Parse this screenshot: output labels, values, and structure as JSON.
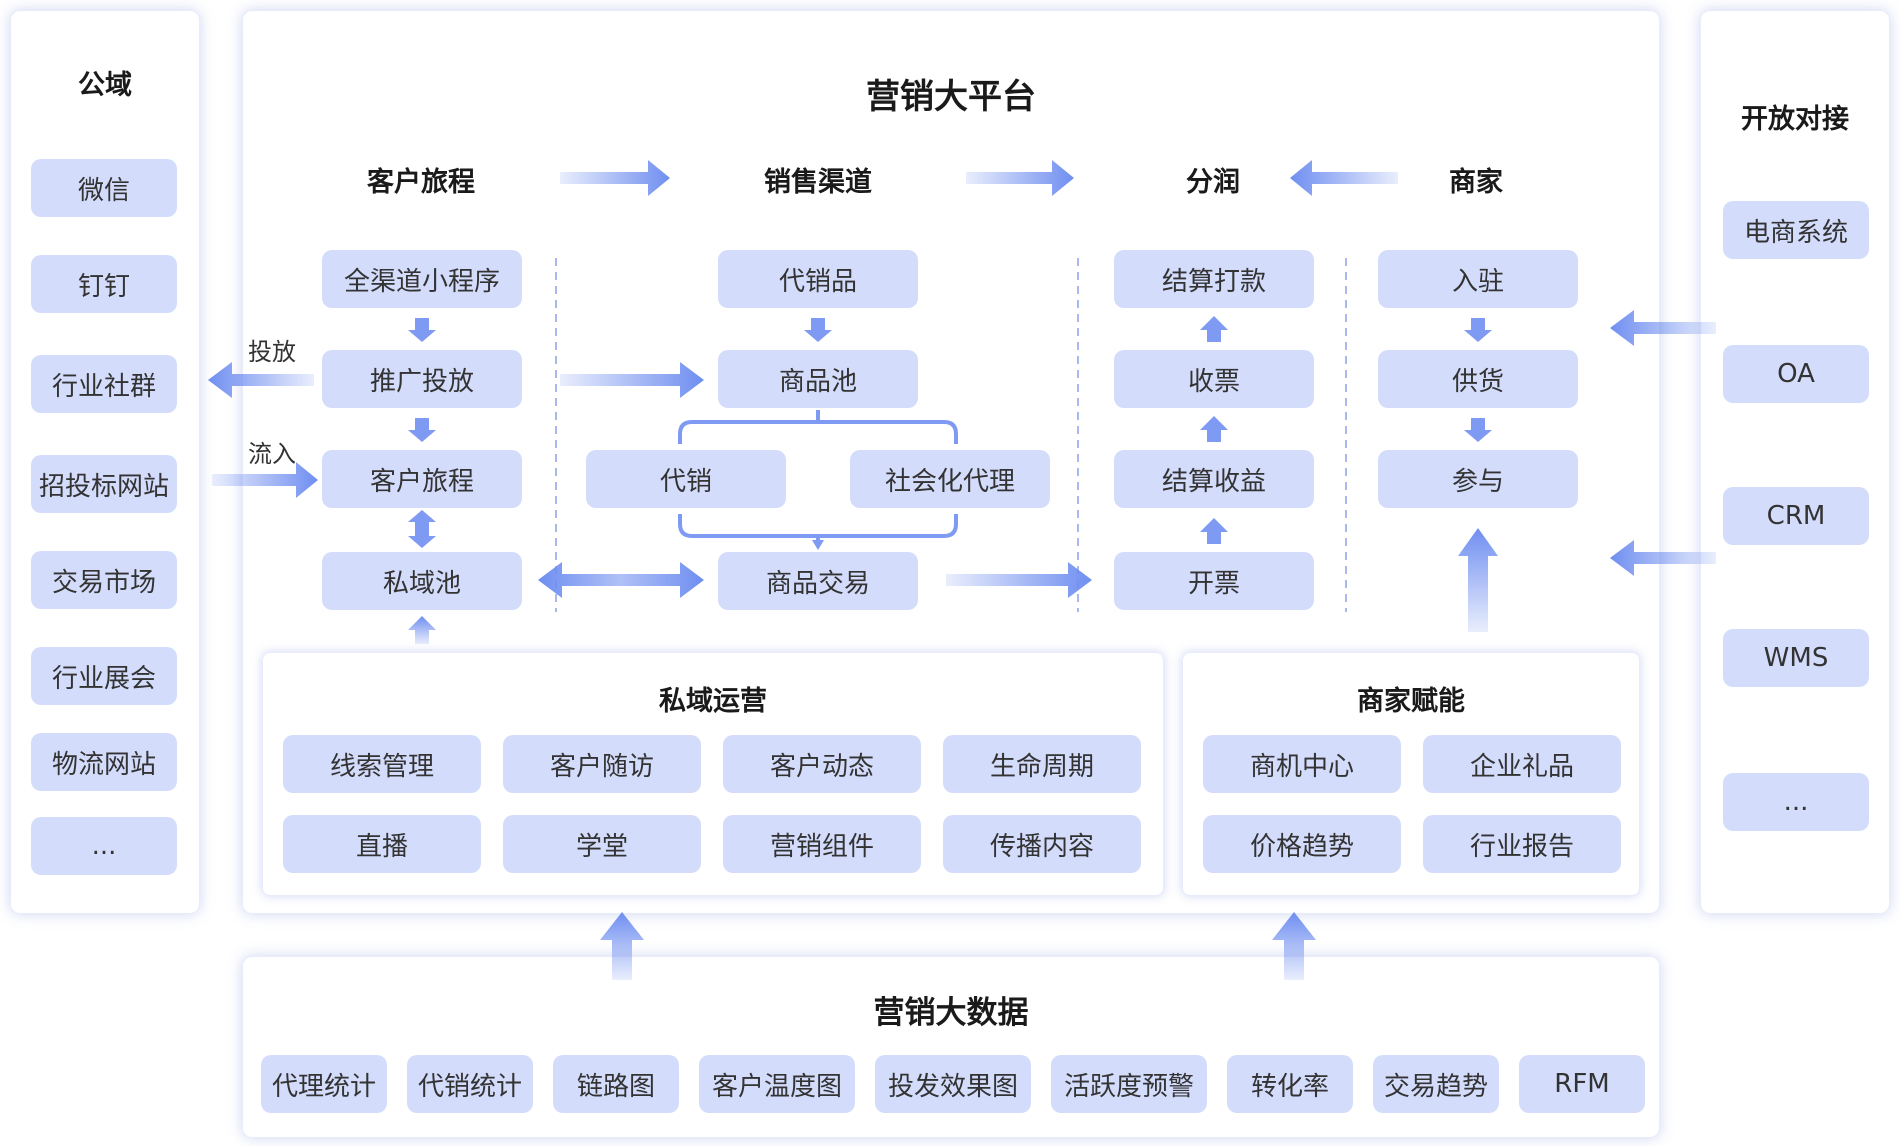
{
  "left_panel": {
    "title": "公域",
    "items": [
      "微信",
      "钉钉",
      "行业社群",
      "招投标网站",
      "交易市场",
      "行业展会",
      "物流网站",
      "..."
    ]
  },
  "right_panel": {
    "title": "开放对接",
    "items": [
      "电商系统",
      "OA",
      "CRM",
      "WMS",
      "..."
    ]
  },
  "main": {
    "title": "营销大平台",
    "columns": {
      "journey": {
        "header": "客户旅程",
        "items": [
          "全渠道小程序",
          "推广投放",
          "客户旅程",
          "私域池"
        ]
      },
      "channel": {
        "header": "销售渠道",
        "top": "代销品",
        "pool": "商品池",
        "left": "代销",
        "right": "社会化代理",
        "trade": "商品交易"
      },
      "profit": {
        "header": "分润",
        "items": [
          "结算打款",
          "收票",
          "结算收益",
          "开票"
        ]
      },
      "merchant": {
        "header": "商家",
        "items": [
          "入驻",
          "供货",
          "参与"
        ]
      }
    },
    "side_labels": {
      "out": "投放",
      "in": "流入"
    },
    "private_ops": {
      "title": "私域运营",
      "items": [
        "线索管理",
        "客户随访",
        "客户动态",
        "生命周期",
        "直播",
        "学堂",
        "营销组件",
        "传播内容"
      ]
    },
    "merchant_enable": {
      "title": "商家赋能",
      "items": [
        "商机中心",
        "企业礼品",
        "价格趋势",
        "行业报告"
      ]
    }
  },
  "big_data": {
    "title": "营销大数据",
    "items": [
      "代理统计",
      "代销统计",
      "链路图",
      "客户温度图",
      "投发效果图",
      "活跃度预警",
      "转化率",
      "交易趋势",
      "RFM"
    ]
  },
  "colors": {
    "box_fill": "#d4dcfc",
    "arrow": "#6f8ef0",
    "panel_shadow": "#8c9ee6"
  }
}
